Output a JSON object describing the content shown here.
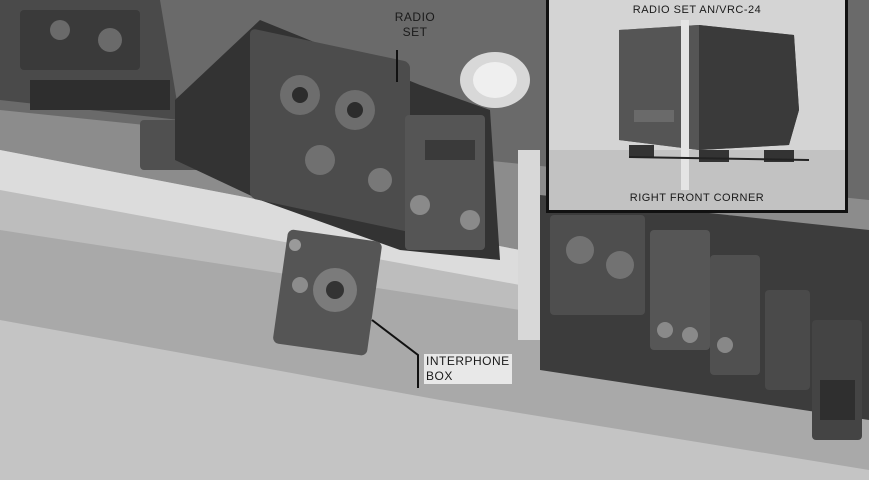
{
  "labels": {
    "radio_set_line1": "RADIO",
    "radio_set_line2": "SET",
    "interphone_line1": "INTERPHONE",
    "interphone_line2": "BOX"
  },
  "inset": {
    "title": "RADIO SET AN/VRC-24",
    "caption": "RIGHT FRONT CORNER"
  },
  "colors": {
    "ink": "#1a1a1a",
    "equipment_dark": "#3a3a3a",
    "equipment_mid": "#5c5c5c",
    "panel_light": "#e8e8e8"
  }
}
